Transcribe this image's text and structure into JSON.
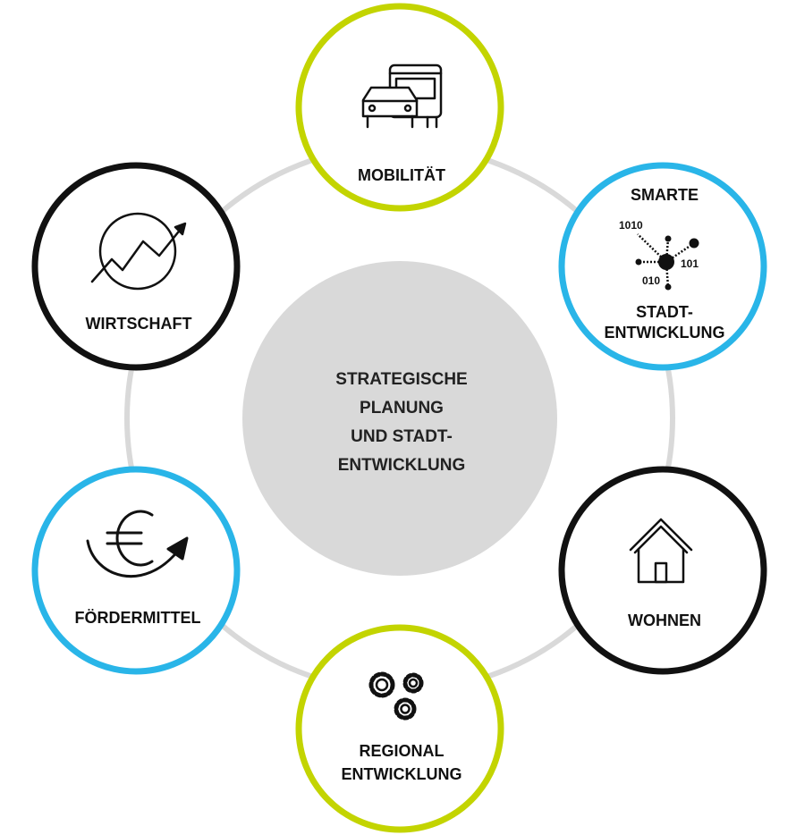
{
  "center": {
    "lines": [
      "STRATEGISCHE",
      "PLANUNG",
      "UND STADT-",
      "ENTWICKLUNG"
    ]
  },
  "nodes": {
    "mobilitaet": {
      "label": "MOBILITÄT",
      "icon": "car-bus-icon"
    },
    "smarte": {
      "label_top": "SMARTE",
      "label_bottom_1": "STADT-",
      "label_bottom_2": "ENTWICKLUNG",
      "icon": "network-icon",
      "binary": [
        "1010",
        "101",
        "010"
      ]
    },
    "wohnen": {
      "label": "WOHNEN",
      "icon": "house-icon"
    },
    "regional": {
      "label_1": "REGIONAL",
      "label_2": "ENTWICKLUNG",
      "icon": "gears-icon"
    },
    "foerdermittel": {
      "label": "FÖRDERMITTEL",
      "icon": "euro-icon"
    },
    "wirtschaft": {
      "label": "WIRTSCHAFT",
      "icon": "growth-chart-icon"
    }
  },
  "colors": {
    "lime": "#c3d400",
    "blue": "#29b5e8",
    "black": "#111111",
    "ring": "#d9d9d9",
    "center": "#d9d9d9"
  }
}
